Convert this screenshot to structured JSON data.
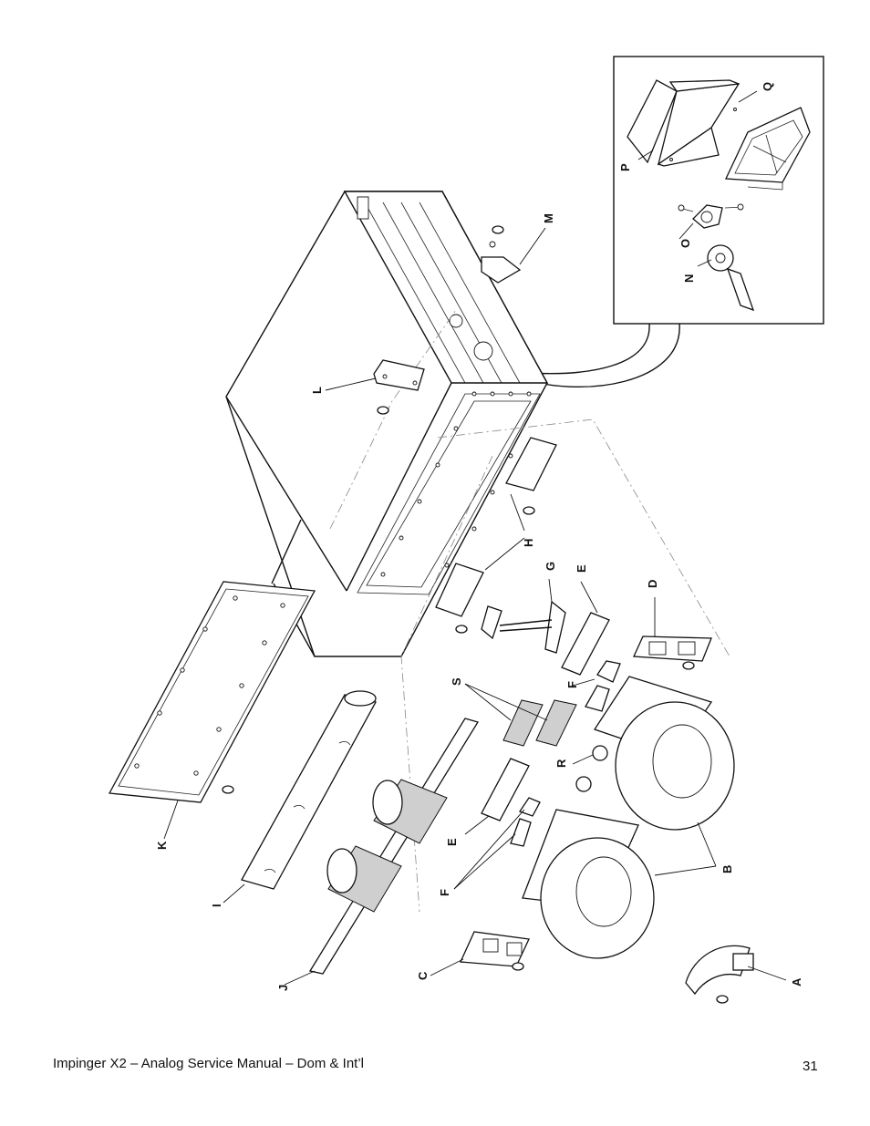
{
  "footer": {
    "title": "Impinger X2 – Analog Service Manual – Dom & Int’l",
    "page_number": "31"
  },
  "callouts": {
    "A": "A",
    "B": "B",
    "C": "C",
    "D": "D",
    "E": "E",
    "F": "F",
    "G": "G",
    "H": "H",
    "I": "I",
    "J": "J",
    "K": "K",
    "L": "L",
    "M": "M",
    "N": "N",
    "O": "O",
    "P": "P",
    "Q": "Q",
    "R": "R",
    "S": "S"
  }
}
